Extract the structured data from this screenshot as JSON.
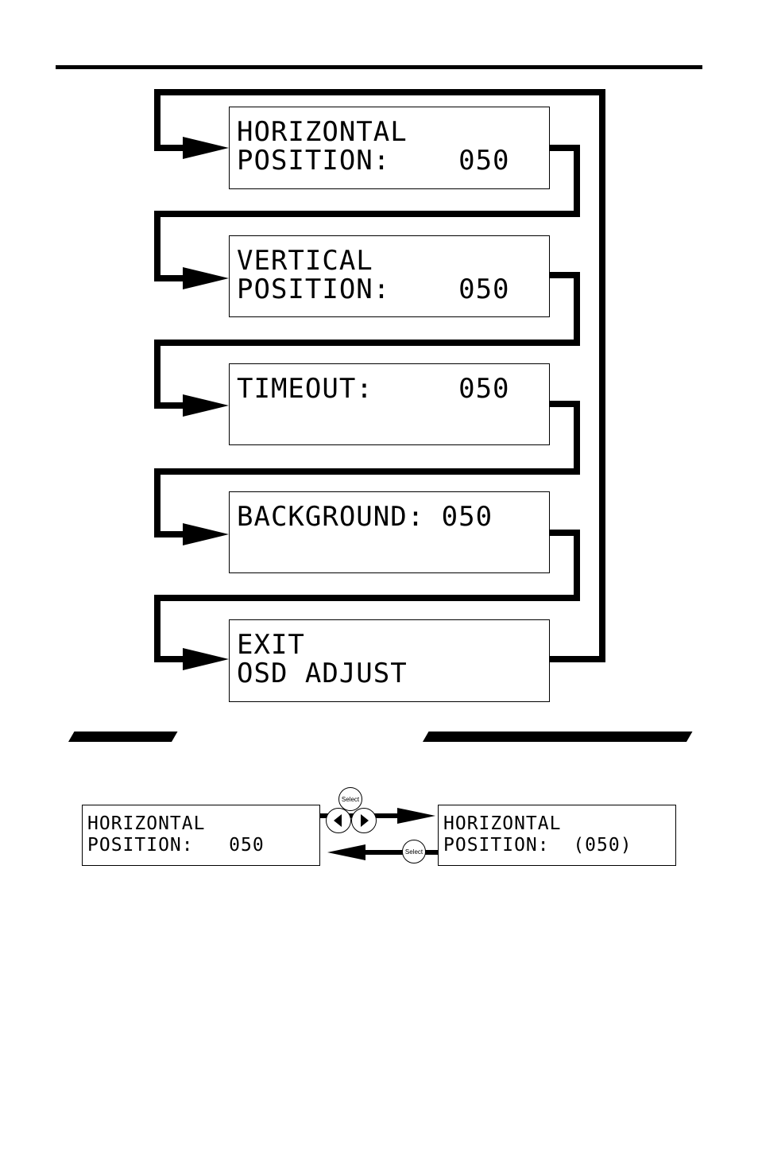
{
  "menu_flow": {
    "screens": [
      {
        "line1": "HORIZONTAL",
        "line2": "POSITION:    050"
      },
      {
        "line1": "VERTICAL",
        "line2": "POSITION:    050"
      },
      {
        "line1": "TIMEOUT:     050",
        "line2": ""
      },
      {
        "line1": "BACKGROUND: 050",
        "line2": ""
      },
      {
        "line1": "EXIT",
        "line2": "OSD ADJUST"
      }
    ]
  },
  "adjust_example": {
    "left_screen": {
      "line1": "HORIZONTAL",
      "line2": "POSITION:   050"
    },
    "right_screen": {
      "line1": "HORIZONTAL",
      "line2": "POSITION:  (050)"
    },
    "select_button_label": "Select",
    "left_arrow_icon": "left-arrow-button-icon",
    "right_arrow_icon": "right-arrow-button-icon"
  }
}
